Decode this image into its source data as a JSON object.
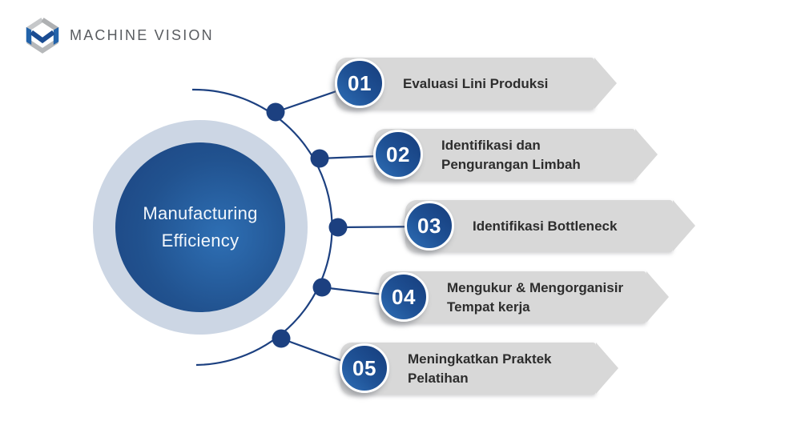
{
  "brand": {
    "name": "MACHINE VISION"
  },
  "center": {
    "line1": "Manufacturing",
    "line2": "Efficiency"
  },
  "items": [
    {
      "number": "01",
      "lines": [
        "Evaluasi Lini Produksi"
      ]
    },
    {
      "number": "02",
      "lines": [
        "Identifikasi dan",
        "Pengurangan Limbah"
      ]
    },
    {
      "number": "03",
      "lines": [
        "Identifikasi Bottleneck"
      ]
    },
    {
      "number": "04",
      "lines": [
        "Mengukur & Mengorganisir",
        "Tempat kerja"
      ]
    },
    {
      "number": "05",
      "lines": [
        "Meningkatkan Praktek",
        "Pelatihan"
      ]
    }
  ],
  "colors": {
    "navy": "#1c4080",
    "badge-light": "#2f6fb6",
    "badge-dark": "#163d7c",
    "hub-light": "#2e6fb4",
    "hub-dark": "#1c4380",
    "ring": "#ccd6e4",
    "banner": "#d8d8d8",
    "text-dark": "#2d2d2d",
    "brand-gray": "#595c60",
    "white": "#ffffff"
  }
}
